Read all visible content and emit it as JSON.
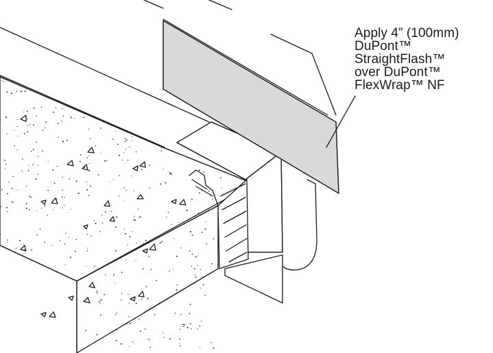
{
  "annotation": {
    "lines": [
      "Apply 4” (100mm)",
      "DuPont™",
      "StraightFlash™",
      "over DuPont™",
      "FlexWrap™ NF"
    ]
  },
  "colors": {
    "line": "#1a1a1a",
    "flashing_fill": "#d9d9d9",
    "background": "#ffffff"
  }
}
